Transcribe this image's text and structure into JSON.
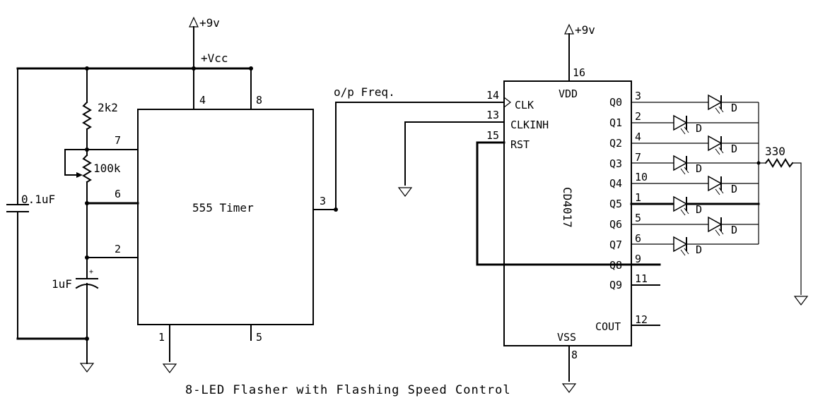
{
  "title": "8-LED Flasher with Flashing Speed Control",
  "supply": {
    "left_label": "+9v",
    "right_label": "+9v",
    "rail_label": "+Vcc"
  },
  "timer": {
    "name": "555 Timer",
    "pins": {
      "p4": "4",
      "p8": "8",
      "p7": "7",
      "p6": "6",
      "p2": "2",
      "p3": "3",
      "p1": "1",
      "p5": "5"
    }
  },
  "components": {
    "r1": "2k2",
    "pot": "100k",
    "c1": "0.1uF",
    "c2": "1uF",
    "r_led": "330",
    "cap_polarity": "+"
  },
  "net_label": "o/p Freq.",
  "counter": {
    "name": "CD4017",
    "inputs": [
      {
        "pin": "14",
        "name": "CLK"
      },
      {
        "pin": "13",
        "name": "CLKINH"
      },
      {
        "pin": "15",
        "name": "RST"
      }
    ],
    "vdd": {
      "pin": "16",
      "name": "VDD"
    },
    "vss": {
      "pin": "8",
      "name": "VSS"
    },
    "outputs": [
      {
        "name": "Q0",
        "pin": "3"
      },
      {
        "name": "Q1",
        "pin": "2"
      },
      {
        "name": "Q2",
        "pin": "4"
      },
      {
        "name": "Q3",
        "pin": "7"
      },
      {
        "name": "Q4",
        "pin": "10"
      },
      {
        "name": "Q5",
        "pin": "1"
      },
      {
        "name": "Q6",
        "pin": "5"
      },
      {
        "name": "Q7",
        "pin": "6"
      },
      {
        "name": "Q8",
        "pin": "9"
      },
      {
        "name": "Q9",
        "pin": "11"
      },
      {
        "name": "COUT",
        "pin": "12"
      }
    ]
  },
  "diode_label": "D"
}
